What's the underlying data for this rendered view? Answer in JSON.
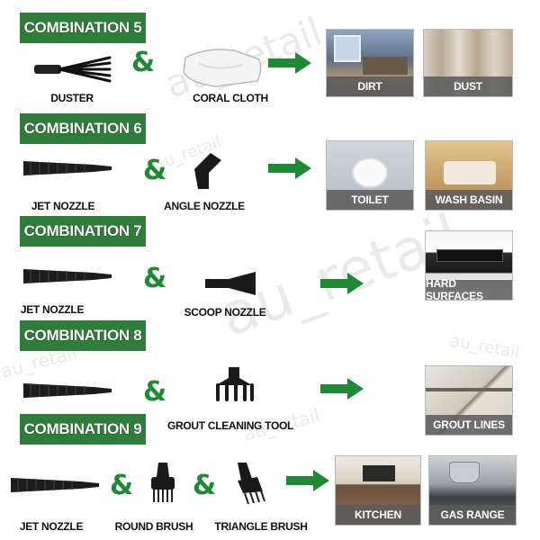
{
  "watermark": "au_retail",
  "combo5": {
    "title": "COMBINATION 5",
    "tool1": "DUSTER",
    "tool2": "CORAL CLOTH",
    "target1": "DIRT",
    "target2": "DUST"
  },
  "combo6": {
    "title": "COMBINATION 6",
    "tool1": "JET NOZZLE",
    "tool2": "ANGLE NOZZLE",
    "target1": "TOILET",
    "target2": "WASH BASIN"
  },
  "combo7": {
    "title": "COMBINATION 7",
    "tool1": "JET NOZZLE",
    "tool2": "SCOOP NOZZLE",
    "target1": "HARD SURFACES"
  },
  "combo8": {
    "title": "COMBINATION 8",
    "tool2": "GROUT CLEANING TOOL",
    "target1": "GROUT LINES"
  },
  "combo9": {
    "title": "COMBINATION 9",
    "tool1": "JET NOZZLE",
    "tool2": "ROUND BRUSH",
    "tool3": "TRIANGLE BRUSH",
    "target1": "KITCHEN",
    "target2": "GAS RANGE"
  },
  "symbols": {
    "amp": "&"
  },
  "colors": {
    "banner": "#2e7d3a",
    "amp": "#1f8a34",
    "arrow": "#1f8a34"
  }
}
